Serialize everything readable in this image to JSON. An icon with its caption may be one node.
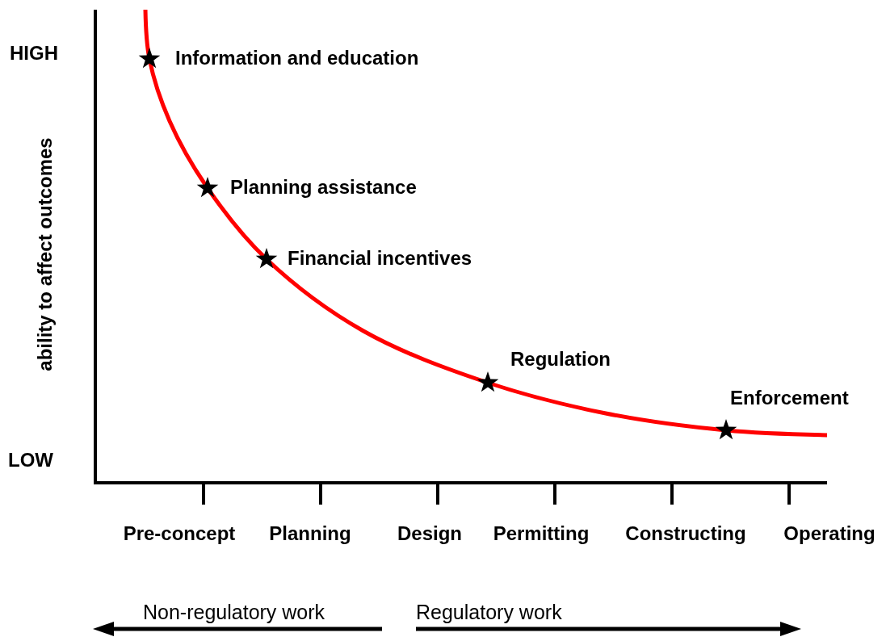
{
  "diagram": {
    "labels": [
      "HIGH",
      "ability to affect outcomes",
      "Information and education",
      "Planning assistance",
      "Financial incentives",
      "Regulation",
      "Enforcement",
      "LOW",
      "Pre-concept",
      "Planning",
      "Design",
      "Permitting",
      "Constructing",
      "Operating",
      "Non-regulatory work",
      "Regulatory work"
    ]
  }
}
